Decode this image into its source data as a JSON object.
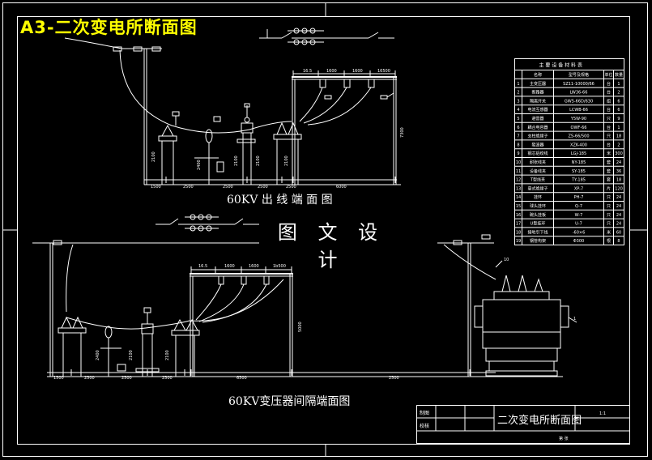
{
  "sheet_tag": "A3-二次变电所断面图",
  "watermark": "图 文 设 计",
  "upper_view": {
    "caption": "60KV 出 线 端 面 图",
    "spacing_top": [
      "16.5",
      "1600",
      "1600",
      "16500"
    ],
    "spacing_bottom": [
      "1500",
      "2500",
      "2500",
      "2500",
      "2500",
      "6000"
    ],
    "heights": [
      "2100",
      "2400",
      "2100",
      "2100",
      "2100"
    ],
    "height_right": "7300"
  },
  "lower_view": {
    "caption": "60KV变压器间隔端面图",
    "spacing_top": [
      "16.5",
      "1600",
      "1600",
      "1b500"
    ],
    "spacing_bottom": [
      "1500",
      "2500",
      "2500",
      "2500",
      "2500",
      "6500"
    ],
    "heights": [
      "2400",
      "2100",
      "2100"
    ],
    "height_right": "5000",
    "label_10": "10",
    "label_1": "1"
  },
  "equipment_table": {
    "title": "主 要 设 备 材 料 表",
    "columns": [
      "",
      "名称",
      "型号及规格",
      "单位",
      "数量"
    ],
    "rows": [
      [
        "1",
        "主变压器",
        "SZ11-10000/66",
        "台",
        "1"
      ],
      [
        "2",
        "断路器",
        "LW36-66",
        "台",
        "2"
      ],
      [
        "3",
        "隔离开关",
        "GW5-66D/630",
        "组",
        "6"
      ],
      [
        "4",
        "电流互感器",
        "LCWB-66",
        "台",
        "6"
      ],
      [
        "5",
        "避雷器",
        "Y5W-90",
        "只",
        "9"
      ],
      [
        "6",
        "耦合电容器",
        "OWF-66",
        "台",
        "1"
      ],
      [
        "7",
        "支柱绝缘子",
        "ZS-66/500",
        "只",
        "18"
      ],
      [
        "8",
        "阻波器",
        "XZK-400",
        "台",
        "2"
      ],
      [
        "9",
        "钢芯铝绞线",
        "LGJ-185",
        "米",
        "300"
      ],
      [
        "10",
        "耐张线夹",
        "NY-185",
        "套",
        "24"
      ],
      [
        "11",
        "设备线夹",
        "SY-185",
        "套",
        "36"
      ],
      [
        "12",
        "T型线夹",
        "TY-185",
        "套",
        "18"
      ],
      [
        "13",
        "悬式绝缘子",
        "XP-7",
        "片",
        "120"
      ],
      [
        "14",
        "挂环",
        "PH-7",
        "只",
        "24"
      ],
      [
        "15",
        "球头挂环",
        "Q-7",
        "只",
        "24"
      ],
      [
        "16",
        "碗头挂板",
        "W-7",
        "只",
        "24"
      ],
      [
        "17",
        "U型挂环",
        "U-7",
        "只",
        "24"
      ],
      [
        "18",
        "接地引下线",
        "-60×6",
        "米",
        "60"
      ],
      [
        "19",
        "钢管构架",
        "Φ300",
        "根",
        "8"
      ]
    ]
  },
  "title_block": {
    "name": "二次变电所断面图",
    "scale": "1:1",
    "row1": "制图",
    "row2": "校核",
    "sheet": "第 张"
  }
}
